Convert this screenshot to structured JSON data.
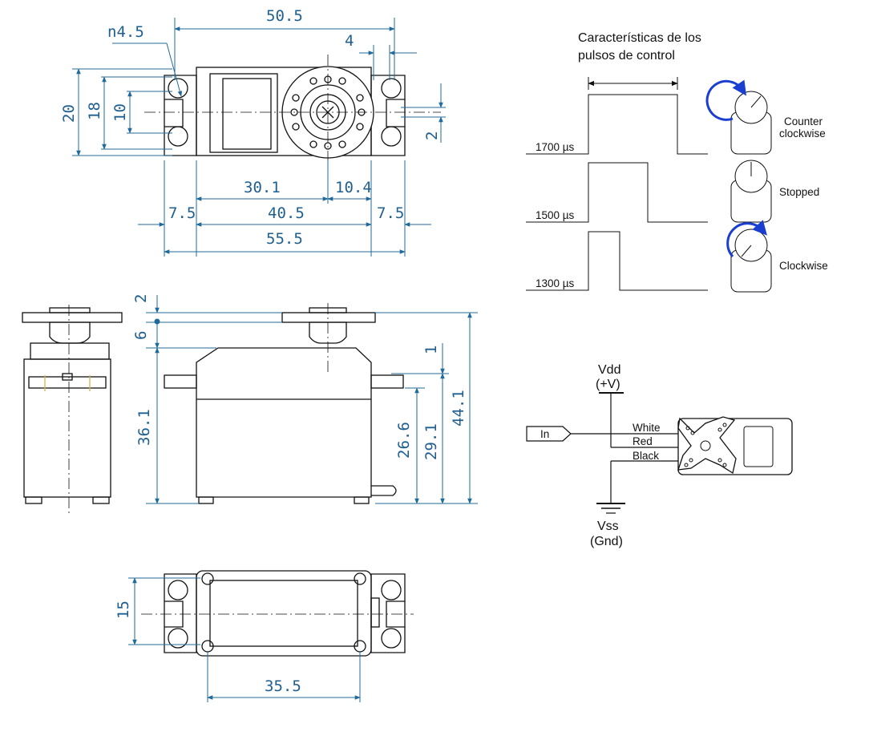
{
  "dimensions": {
    "top_view": [
      "50.5",
      "n4.5",
      "4",
      "20",
      "18",
      "10",
      "2",
      "30.1",
      "10.4",
      "7.5",
      "40.5",
      "7.5",
      "55.5"
    ],
    "side_view": [
      "2",
      "6",
      "36.1",
      "1",
      "26.6",
      "29.1",
      "44.1"
    ],
    "bottom_view": [
      "15",
      "35.5"
    ]
  },
  "pulse_chart": {
    "title_line1": "Características de los",
    "title_line2": "pulsos de control",
    "rows": [
      {
        "pulse": "1700 µs",
        "state": "Counter",
        "state2": "clockwise"
      },
      {
        "pulse": "1500 µs",
        "state": "Stopped",
        "state2": ""
      },
      {
        "pulse": "1300 µs",
        "state": "Clockwise",
        "state2": ""
      }
    ]
  },
  "wiring": {
    "vdd": "Vdd",
    "vdd_sub": "(+V)",
    "input": "In",
    "wires": [
      "White",
      "Red",
      "Black"
    ],
    "vss": "Vss",
    "vss_sub": "(Gnd)"
  },
  "colors": {
    "dimension": "#1f5f8f",
    "arrow": "#1a3fd0"
  }
}
